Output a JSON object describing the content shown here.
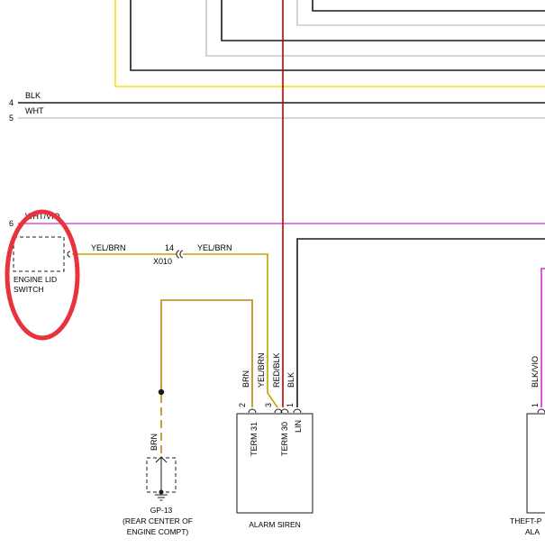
{
  "wires": {
    "blk": "BLK",
    "wht": "WHT",
    "wht_vio": "WHT/VIO",
    "yel_brn": "YEL/BRN",
    "brn": "BRN",
    "red_blk": "RED/BLK",
    "blk_vio": "BLK/VIO"
  },
  "pins": {
    "p4": "4",
    "p5": "5",
    "p6": "6",
    "p14": "14",
    "p2": "2",
    "p3": "3",
    "p1a": "1",
    "p1b": "1"
  },
  "connector": {
    "id": "X010"
  },
  "components": {
    "engine_lid_line1": "ENGINE LID",
    "engine_lid_line2": "SWITCH",
    "siren": "ALARM SIREN",
    "term31": "TERM 31",
    "term30": "TERM 30",
    "lin": "LIN",
    "ground_id": "GP-13",
    "ground_loc1": "(REAR CENTER OF",
    "ground_loc2": "ENGINE COMPT)",
    "theft_line1": "THEFT-P",
    "theft_line2": "ALA"
  },
  "colors": {
    "yellow": "#f2e600",
    "gray": "#c8c8c8",
    "black": "#1a1a1a",
    "red": "#c00000",
    "brown": "#b8860b",
    "violet": "#cc33cc",
    "highlight": "#e8323c"
  }
}
